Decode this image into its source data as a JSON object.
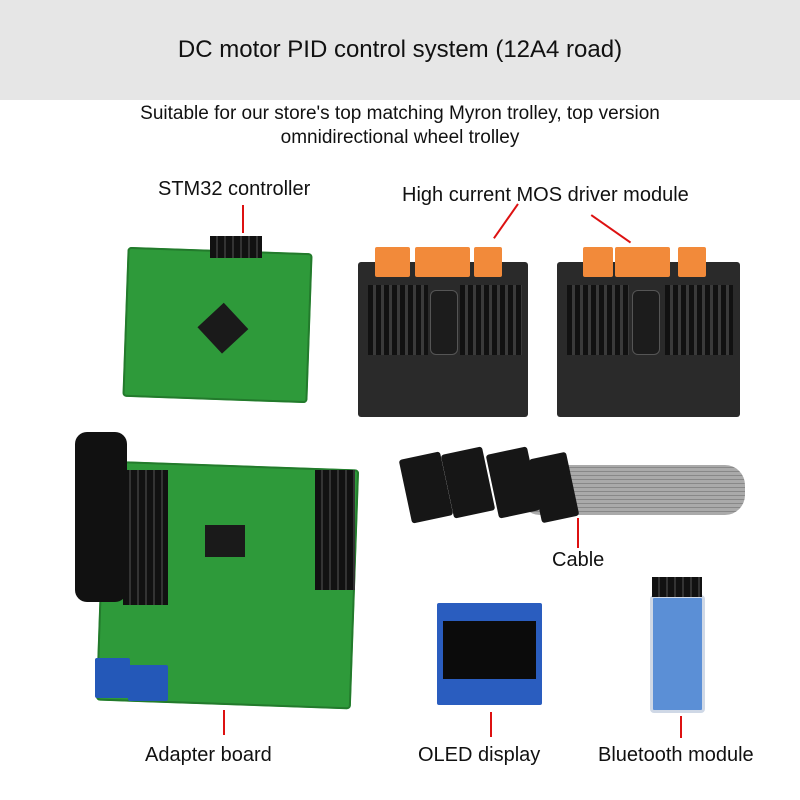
{
  "header": {
    "title": "DC motor PID control system (12A4 road)"
  },
  "subtitle": "Suitable for our store's top matching Myron trolley, top version omnidirectional wheel trolley",
  "labels": {
    "controller": "STM32 controller",
    "driver": "High current MOS driver module",
    "cable": "Cable",
    "adapter": "Adapter board",
    "oled": "OLED display",
    "bluetooth": "Bluetooth module"
  },
  "colors": {
    "header_bg": "#e6e6e6",
    "pointer": "#dd1111",
    "pcb_green": "#2e9a3a",
    "pcb_dark": "#2a2a2a",
    "oled_blue": "#2a5dbf"
  }
}
